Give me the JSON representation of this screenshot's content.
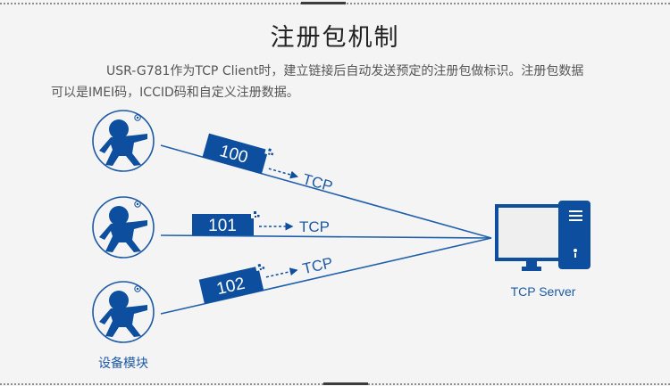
{
  "title": "注册包机制",
  "description": {
    "line1": "USR-G781作为TCP Client时，建立链接后自动发送预定的注册包做标识。注册包数据",
    "line2": "可以是IMEI码，ICCID码和自定义注册数据。"
  },
  "colors": {
    "primary_blue": "#0d4f9e",
    "line_blue": "#2060ab",
    "screen_fill": "#efefef",
    "background": "#f4f4f4"
  },
  "devices": [
    {
      "packet_id": "100",
      "protocol": "TCP",
      "icon": "device-mascot-icon"
    },
    {
      "packet_id": "101",
      "protocol": "TCP",
      "icon": "device-mascot-icon"
    },
    {
      "packet_id": "102",
      "protocol": "TCP",
      "icon": "device-mascot-icon"
    }
  ],
  "device_group_label": "设备模块",
  "server": {
    "label": "TCP Server",
    "icon": "desktop-computer-icon"
  },
  "registered_mark": "®"
}
